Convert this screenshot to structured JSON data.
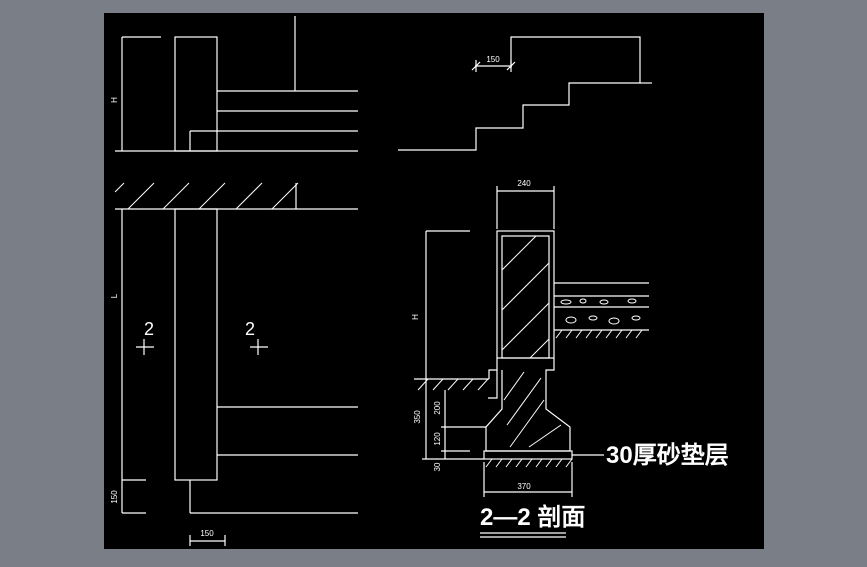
{
  "colors": {
    "background": "#7a7f87",
    "canvas": "#000000",
    "line": "#ffffff"
  },
  "dims": {
    "H_left": "H",
    "L_left": "L",
    "d150_bottom_left": "150",
    "d150_bottom": "150",
    "d150_top_right": "150",
    "d240": "240",
    "H_right": "H",
    "d350": "350",
    "d200": "200",
    "d120": "120",
    "d30": "30",
    "d370": "370"
  },
  "labels": {
    "section_left": "2",
    "section_right": "2",
    "cushion_note": "30厚砂垫层",
    "section_title": "2—2 剖面"
  }
}
